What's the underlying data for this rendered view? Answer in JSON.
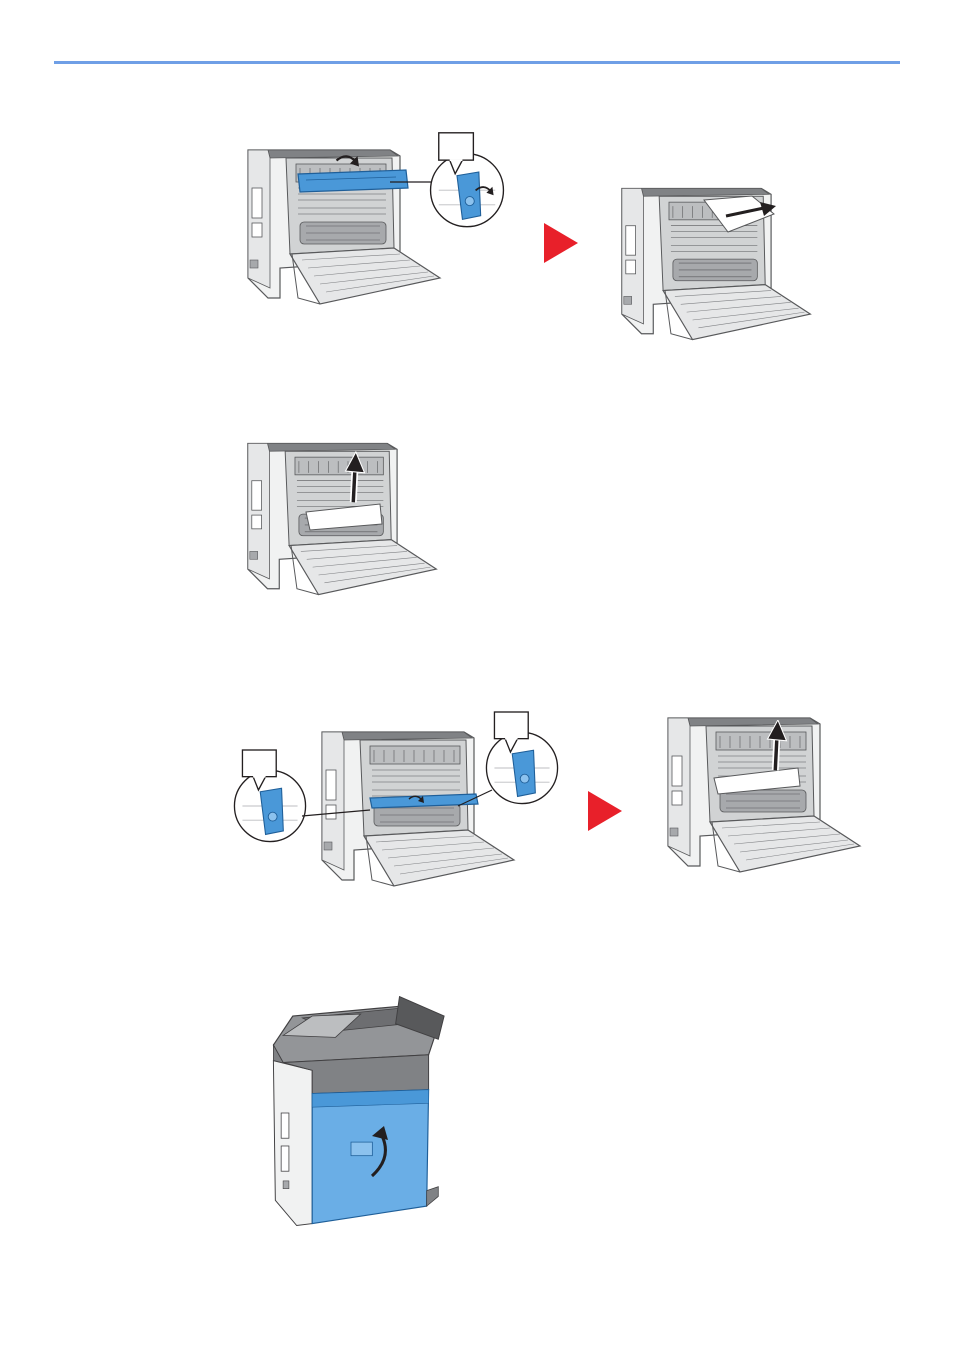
{
  "colors": {
    "rule": "#6f9fe6",
    "step_arrow": "#e8202a",
    "part_highlight": "#4a98d8",
    "printer_dark": "#58595b",
    "printer_mid": "#a7a9ac",
    "printer_light": "#e6e7e8"
  },
  "figures": [
    {
      "id": "fig-open-fuser-cover",
      "icons": [
        "lever-callout-icon",
        "rotate-arrow-icon"
      ]
    },
    {
      "id": "fig-remove-paper-fuser",
      "icons": [
        "paper-sheet-icon",
        "pull-arrow-icon"
      ]
    },
    {
      "id": "fig-pull-paper-up",
      "icons": [
        "up-arrow-icon"
      ]
    },
    {
      "id": "fig-release-levers",
      "icons": [
        "lever-callout-icon",
        "lever-callout-icon"
      ]
    },
    {
      "id": "fig-remove-paper-duplex",
      "icons": [
        "up-arrow-icon"
      ]
    },
    {
      "id": "fig-close-rear-cover",
      "icons": [
        "rotate-arrow-icon"
      ]
    }
  ]
}
